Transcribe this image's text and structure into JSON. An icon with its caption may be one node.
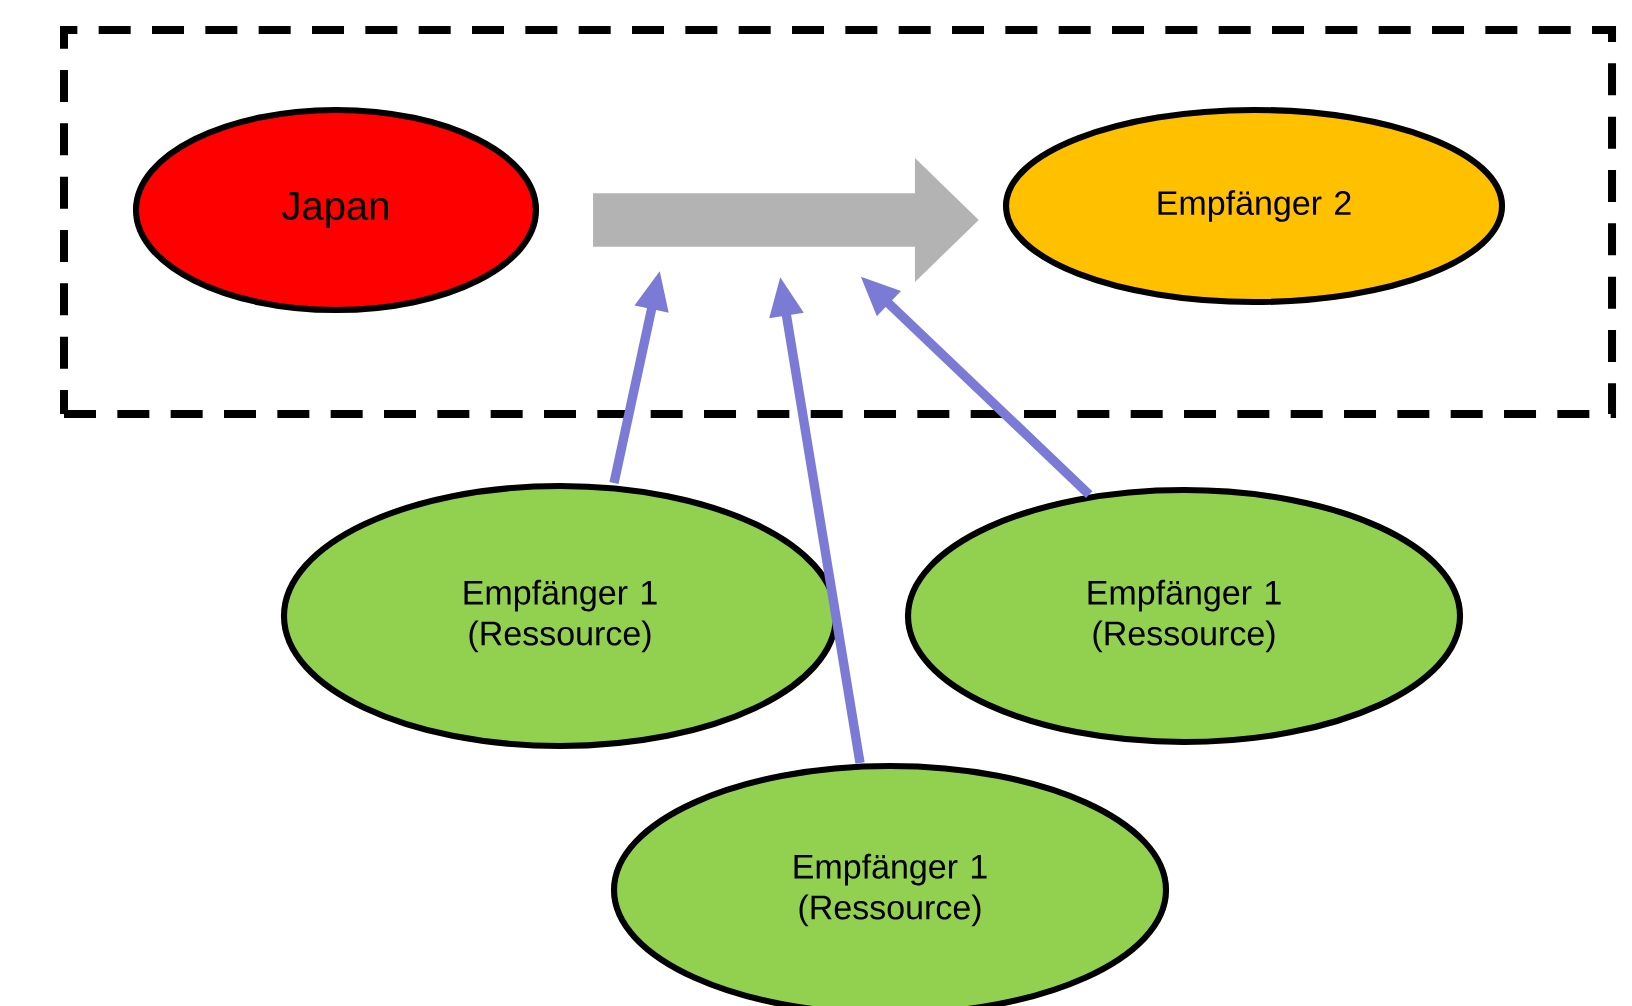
{
  "diagram": {
    "nodes": [
      {
        "text": [],
        "shape": "box"
      },
      {
        "text": [
          "Japan"
        ],
        "in": 0
      },
      {
        "text": [
          "Empfänger 2"
        ],
        "in": 0
      },
      {
        "text": [
          "Empfänger 1 (Ressource)"
        ]
      },
      {
        "text": [
          "Empfänger 1 (Ressource)"
        ]
      },
      {
        "text": [
          "Empfänger 1 (Ressource)"
        ]
      }
    ],
    "edges": [
      {
        "from": 1,
        "to": 2,
        "arrow": "to",
        "style": "thick",
        "color": "#b3b3b3"
      },
      {
        "from": 3,
        "to": null,
        "arrow": "to"
      },
      {
        "from": 4,
        "to": null,
        "arrow": "to"
      },
      {
        "from": 5,
        "to": null,
        "arrow": "to"
      }
    ]
  }
}
